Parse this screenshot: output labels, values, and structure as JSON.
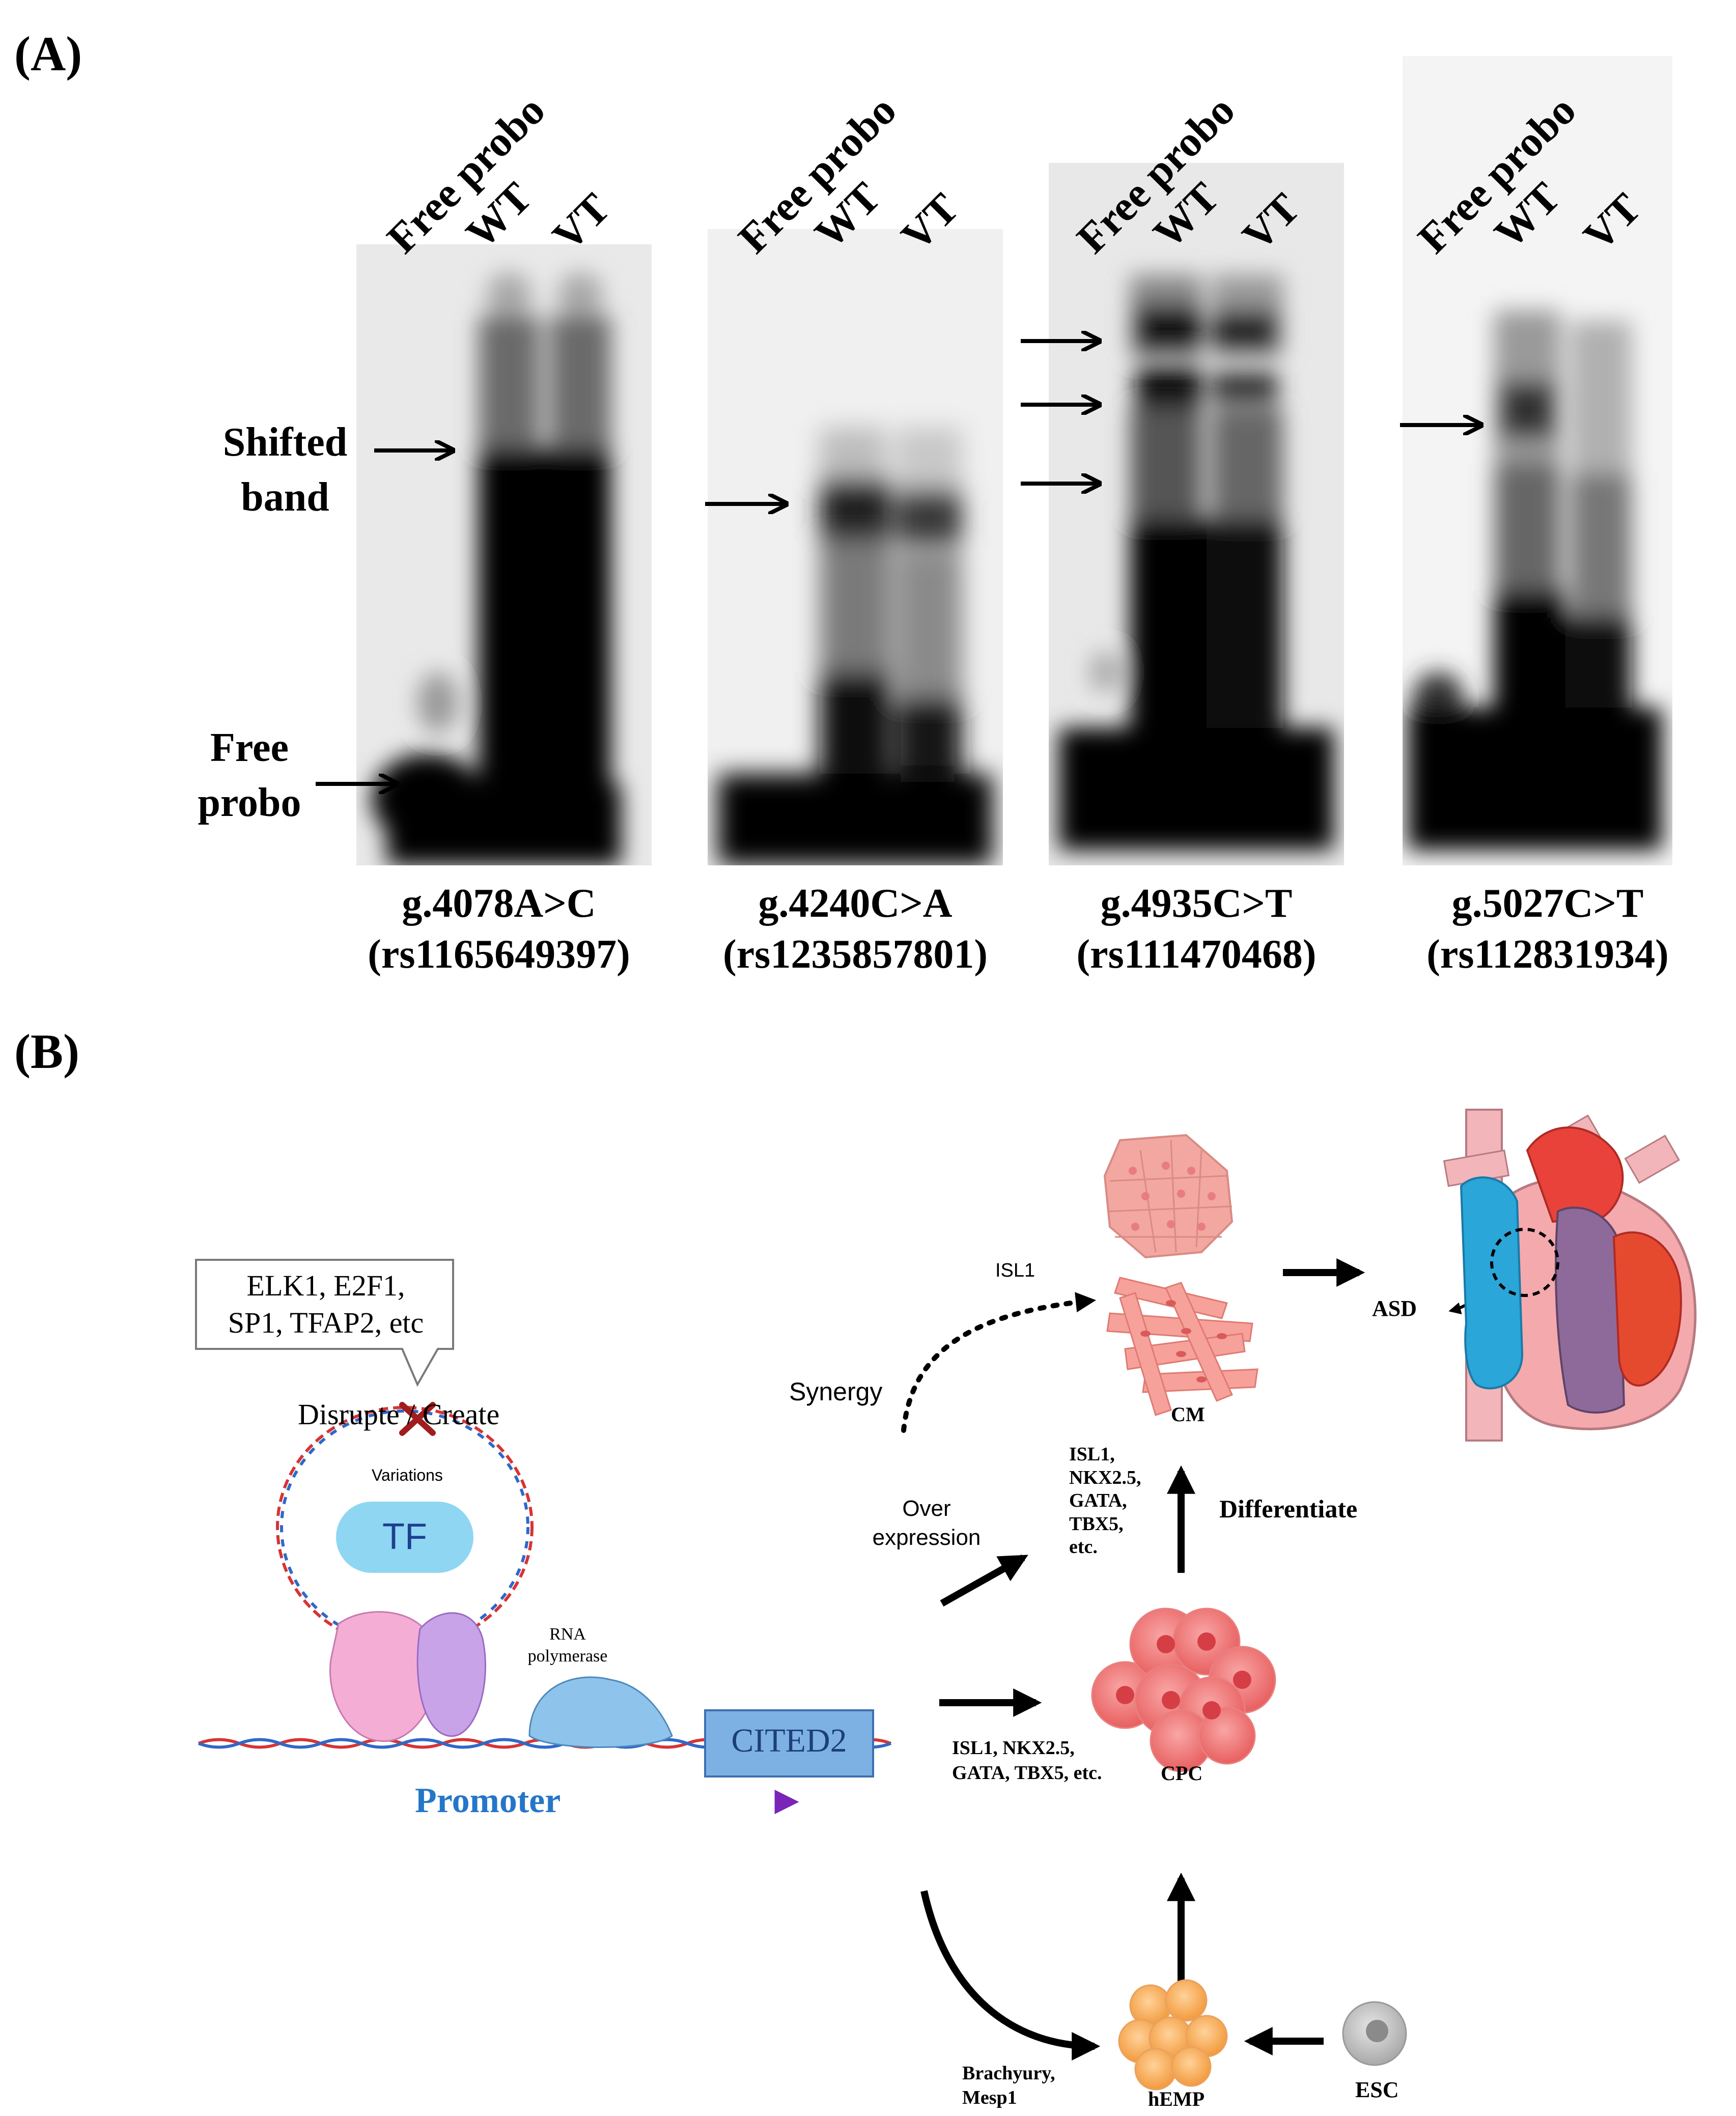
{
  "panel_a": {
    "label": "(A)",
    "side_labels": {
      "shifted": "Shifted\nband",
      "free": "Free\nprobo"
    },
    "gels": [
      {
        "lanes": [
          "Free probo",
          "WT",
          "VT"
        ],
        "variant": "g.4078A>C",
        "rsid": "(rs1165649397)"
      },
      {
        "lanes": [
          "Free probo",
          "WT",
          "VT"
        ],
        "variant": "g.4240C>A",
        "rsid": "(rs1235857801)"
      },
      {
        "lanes": [
          "Free probo",
          "WT",
          "VT"
        ],
        "variant": "g.4935C>T",
        "rsid": "(rs111470468)"
      },
      {
        "lanes": [
          "Free probo",
          "WT",
          "VT"
        ],
        "variant": "g.5027C>T",
        "rsid": "(rs112831934)"
      }
    ]
  },
  "panel_b": {
    "label": "(B)",
    "tf_box": "ELK1, E2F1,\nSP1, TFAP2, etc",
    "disrupt": "Disrupte / Create",
    "variations": "Variations",
    "tf": "TF",
    "rna_pol": "RNA\npolymerase",
    "cited2": "CITED2",
    "promoter": "Promoter",
    "isl1_top": "ISL1",
    "synergy": "Synergy",
    "over_expression": "Over\nexpression",
    "cm": "CM",
    "asd": "ASD",
    "cm_markers": "ISL1,\nNKX2.5,\nGATA,\nTBX5,\netc.",
    "differentiate": "Differentiate",
    "cpc_markers": "ISL1, NKX2.5,\nGATA, TBX5, etc.",
    "cpc": "CPC",
    "hemp_markers": "Brachyury,\nMesp1",
    "hemp": "hEMP",
    "esc": "ESC"
  }
}
